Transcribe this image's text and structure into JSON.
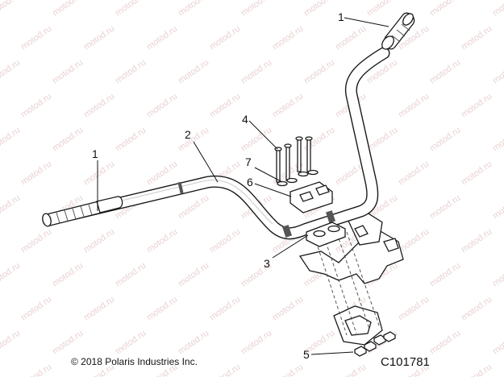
{
  "watermark": "motod.ru",
  "callouts": {
    "c1_grip_right": "1",
    "c1_grip_left": "1",
    "c2": "2",
    "c3": "3",
    "c4": "4",
    "c5": "5",
    "c6": "6",
    "c7": "7"
  },
  "footer": {
    "copyright": "© 2018 Polaris Industries Inc.",
    "figure_code": "C101781"
  }
}
